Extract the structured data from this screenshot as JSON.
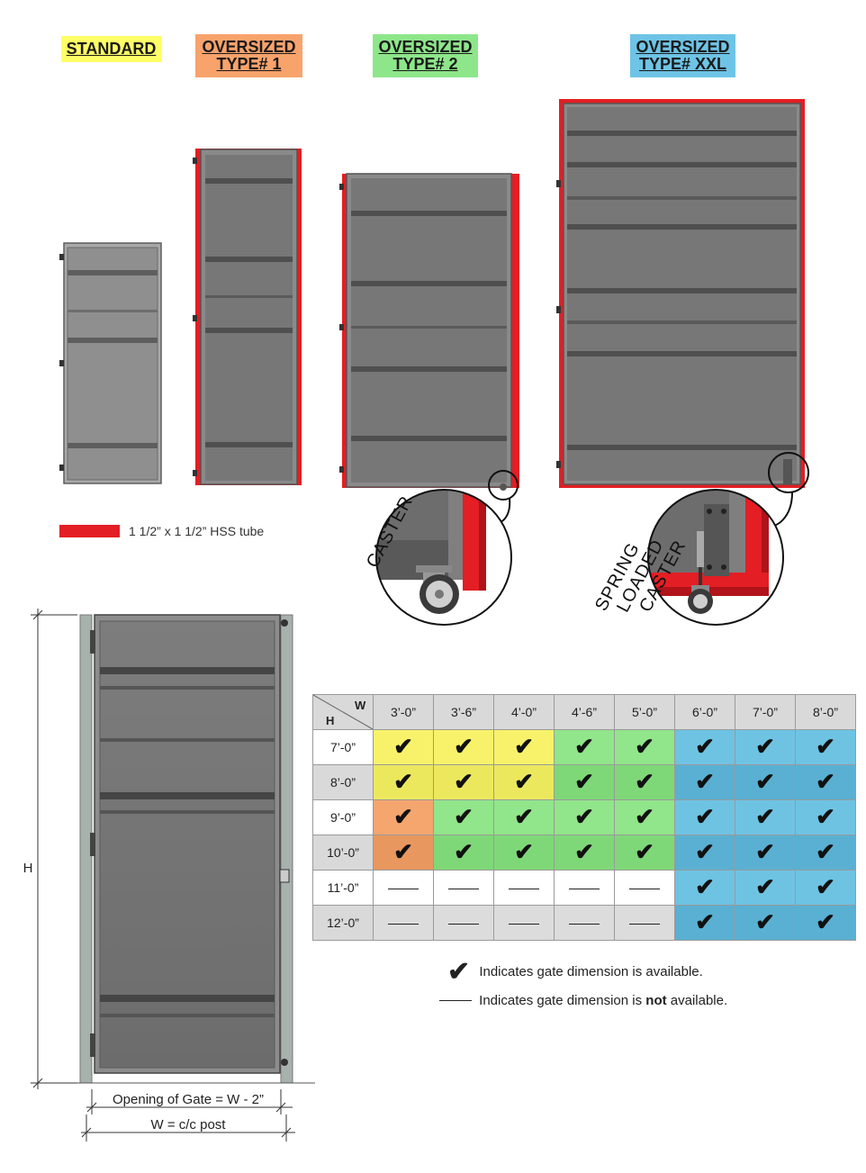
{
  "types": [
    {
      "label": "STANDARD",
      "color": "#ffff66"
    },
    {
      "label": "OVERSIZED\nTYPE# 1",
      "color": "#f8a36c"
    },
    {
      "label": "OVERSIZED\nTYPE# 2",
      "color": "#8ee68a"
    },
    {
      "label": "OVERSIZED\nTYPE# XXL",
      "color": "#6ec4e6"
    }
  ],
  "hss_legend": "1 1/2” x 1 1/2” HSS tube",
  "caster_label": "CASTER",
  "spring_caster_label": [
    "SPRING",
    "LOADED",
    "CASTER"
  ],
  "dimensions": {
    "height_label": "H",
    "opening_label": "Opening of Gate = W - 2”",
    "width_label": "W = c/c post"
  },
  "table": {
    "corner_w": "W",
    "corner_h": "H",
    "widths": [
      "3’-0”",
      "3’-6”",
      "4’-0”",
      "4’-6”",
      "5’-0”",
      "6’-0”",
      "7’-0”",
      "8’-0”"
    ],
    "rows": [
      {
        "h": "7’-0”",
        "cells": [
          "y",
          "y",
          "y",
          "g",
          "g",
          "b",
          "b",
          "b"
        ]
      },
      {
        "h": "8’-0”",
        "cells": [
          "y",
          "y",
          "y",
          "g",
          "g",
          "b",
          "b",
          "b"
        ]
      },
      {
        "h": "9’-0”",
        "cells": [
          "o",
          "g",
          "g",
          "g",
          "g",
          "b",
          "b",
          "b"
        ]
      },
      {
        "h": "10’-0”",
        "cells": [
          "o",
          "g",
          "g",
          "g",
          "g",
          "b",
          "b",
          "b"
        ]
      },
      {
        "h": "11’-0”",
        "cells": [
          "-",
          "-",
          "-",
          "-",
          "-",
          "b",
          "b",
          "b"
        ]
      },
      {
        "h": "12’-0”",
        "cells": [
          "-",
          "-",
          "-",
          "-",
          "-",
          "b",
          "b",
          "b"
        ]
      }
    ],
    "check_glyph": "✔",
    "palette": {
      "y": [
        "#f7f26a",
        "#ece85e"
      ],
      "o": [
        "#f5a56e",
        "#e8975f"
      ],
      "g": [
        "#91e58a",
        "#7fd878"
      ],
      "b": [
        "#6ec3e3",
        "#5ab0d2"
      ],
      "-": [
        "#ffffff",
        "#dcdcdc"
      ]
    }
  },
  "legend": {
    "available": "Indicates gate dimension is available.",
    "not_prefix": "Indicates gate dimension is ",
    "not_bold": "not",
    "not_suffix": " available."
  }
}
